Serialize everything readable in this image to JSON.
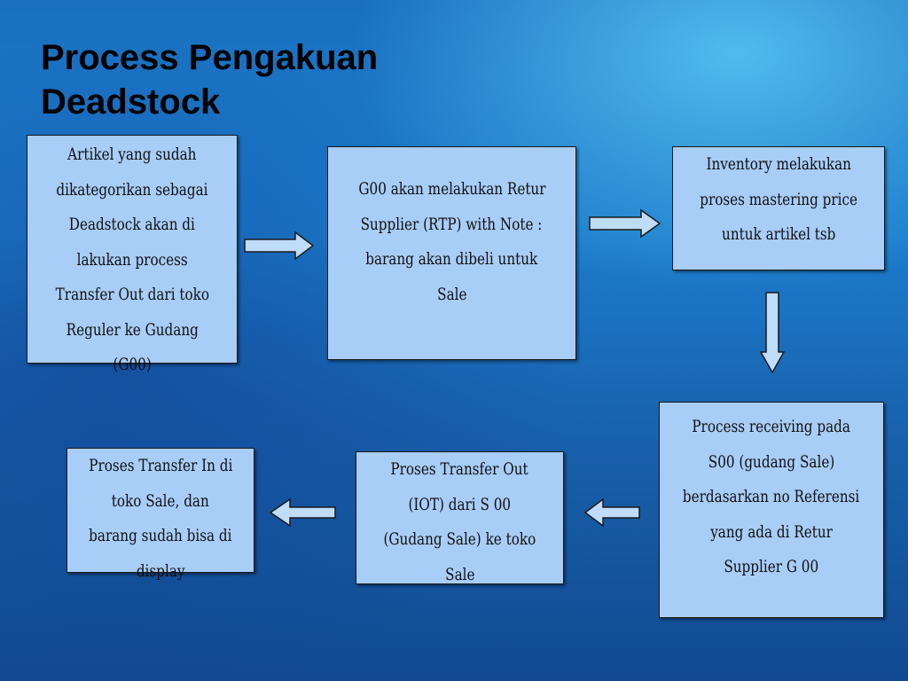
{
  "title": {
    "line1": "Process Pengakuan",
    "line2": "Deadstock"
  },
  "boxes": [
    {
      "lines": [
        "Artikel yang sudah",
        "dikategorikan sebagai",
        "Deadstock akan di",
        "lakukan process",
        "Transfer  Out dari toko",
        "Reguler ke Gudang",
        "(G00)"
      ]
    },
    {
      "lines": [
        "G00  akan melakukan Retur",
        "Supplier (RTP) with Note :",
        "barang akan dibeli untuk",
        "Sale"
      ]
    },
    {
      "lines": [
        "Inventory melakukan",
        "proses mastering   price",
        "untuk artikel tsb"
      ]
    },
    {
      "lines": [
        "Process receiving pada",
        "S00 (gudang Sale)",
        "berdasarkan no Referensi",
        "yang ada di Retur",
        "Supplier G 00"
      ]
    },
    {
      "lines": [
        "Proses Transfer Out",
        "(IOT) dari S 00",
        "(Gudang Sale)  ke toko",
        "Sale"
      ]
    },
    {
      "lines": [
        "Proses Transfer In di",
        "toko Sale, dan",
        "barang sudah bisa di",
        "display"
      ]
    }
  ],
  "colors": {
    "box_fill": "#a8cdf7",
    "arrow_fill": "#bfdcf9",
    "outline": "#1a1a1a"
  }
}
